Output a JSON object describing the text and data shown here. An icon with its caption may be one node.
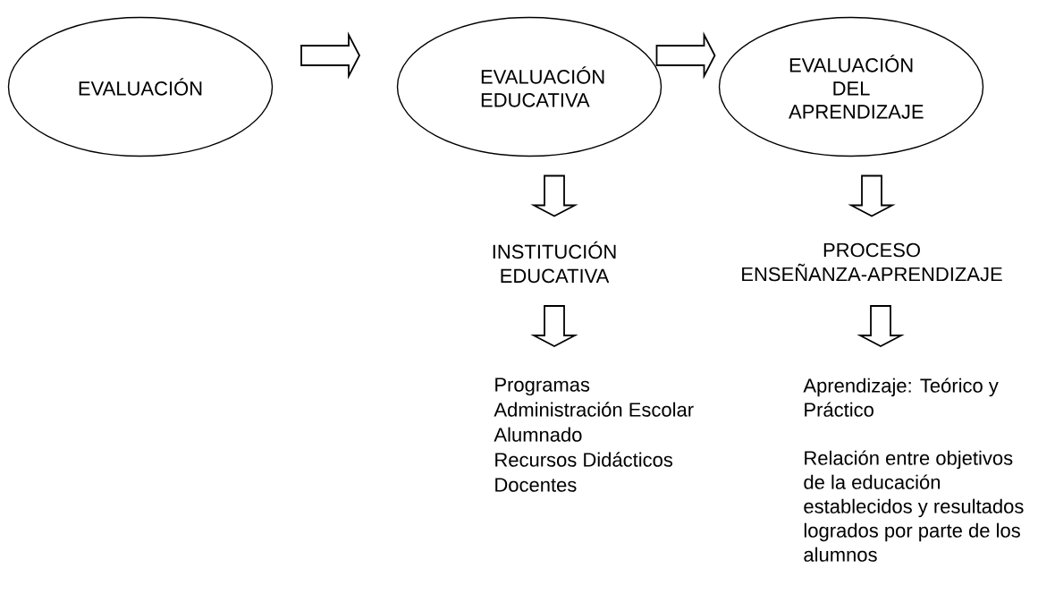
{
  "diagram": {
    "nodes": [
      {
        "text": [
          "EVALUACIÓN"
        ]
      },
      {
        "text": [
          "EVALUACIÓN EDUCATIVA"
        ]
      },
      {
        "text": [
          "EVALUACIÓN DEL APRENDIZAJE"
        ]
      },
      {
        "text": [
          "INSTITUCIÓN EDUCATIVA"
        ]
      },
      {
        "text": [
          "PROCESO ENSEÑANZA-APRENDIZAJE"
        ]
      },
      {
        "text": [
          "Programas",
          "Administración Escolar",
          "Alumnado",
          "Recursos Didácticos",
          "Docentes"
        ]
      },
      {
        "text": [
          "Aprendizaje: Teórico y Práctico",
          "Relación entre objetivos de la educación establecidos y resultados logrados por parte de los alumnos"
        ]
      }
    ],
    "edges": [
      {
        "from": 0,
        "to": 1,
        "arrow": "to"
      },
      {
        "from": 1,
        "to": 2,
        "arrow": "to"
      },
      {
        "from": 1,
        "to": 3,
        "arrow": "to"
      },
      {
        "from": 3,
        "to": 5,
        "arrow": "to"
      },
      {
        "from": 2,
        "to": 4,
        "arrow": "to"
      },
      {
        "from": 4,
        "to": 6,
        "arrow": "to"
      }
    ]
  }
}
